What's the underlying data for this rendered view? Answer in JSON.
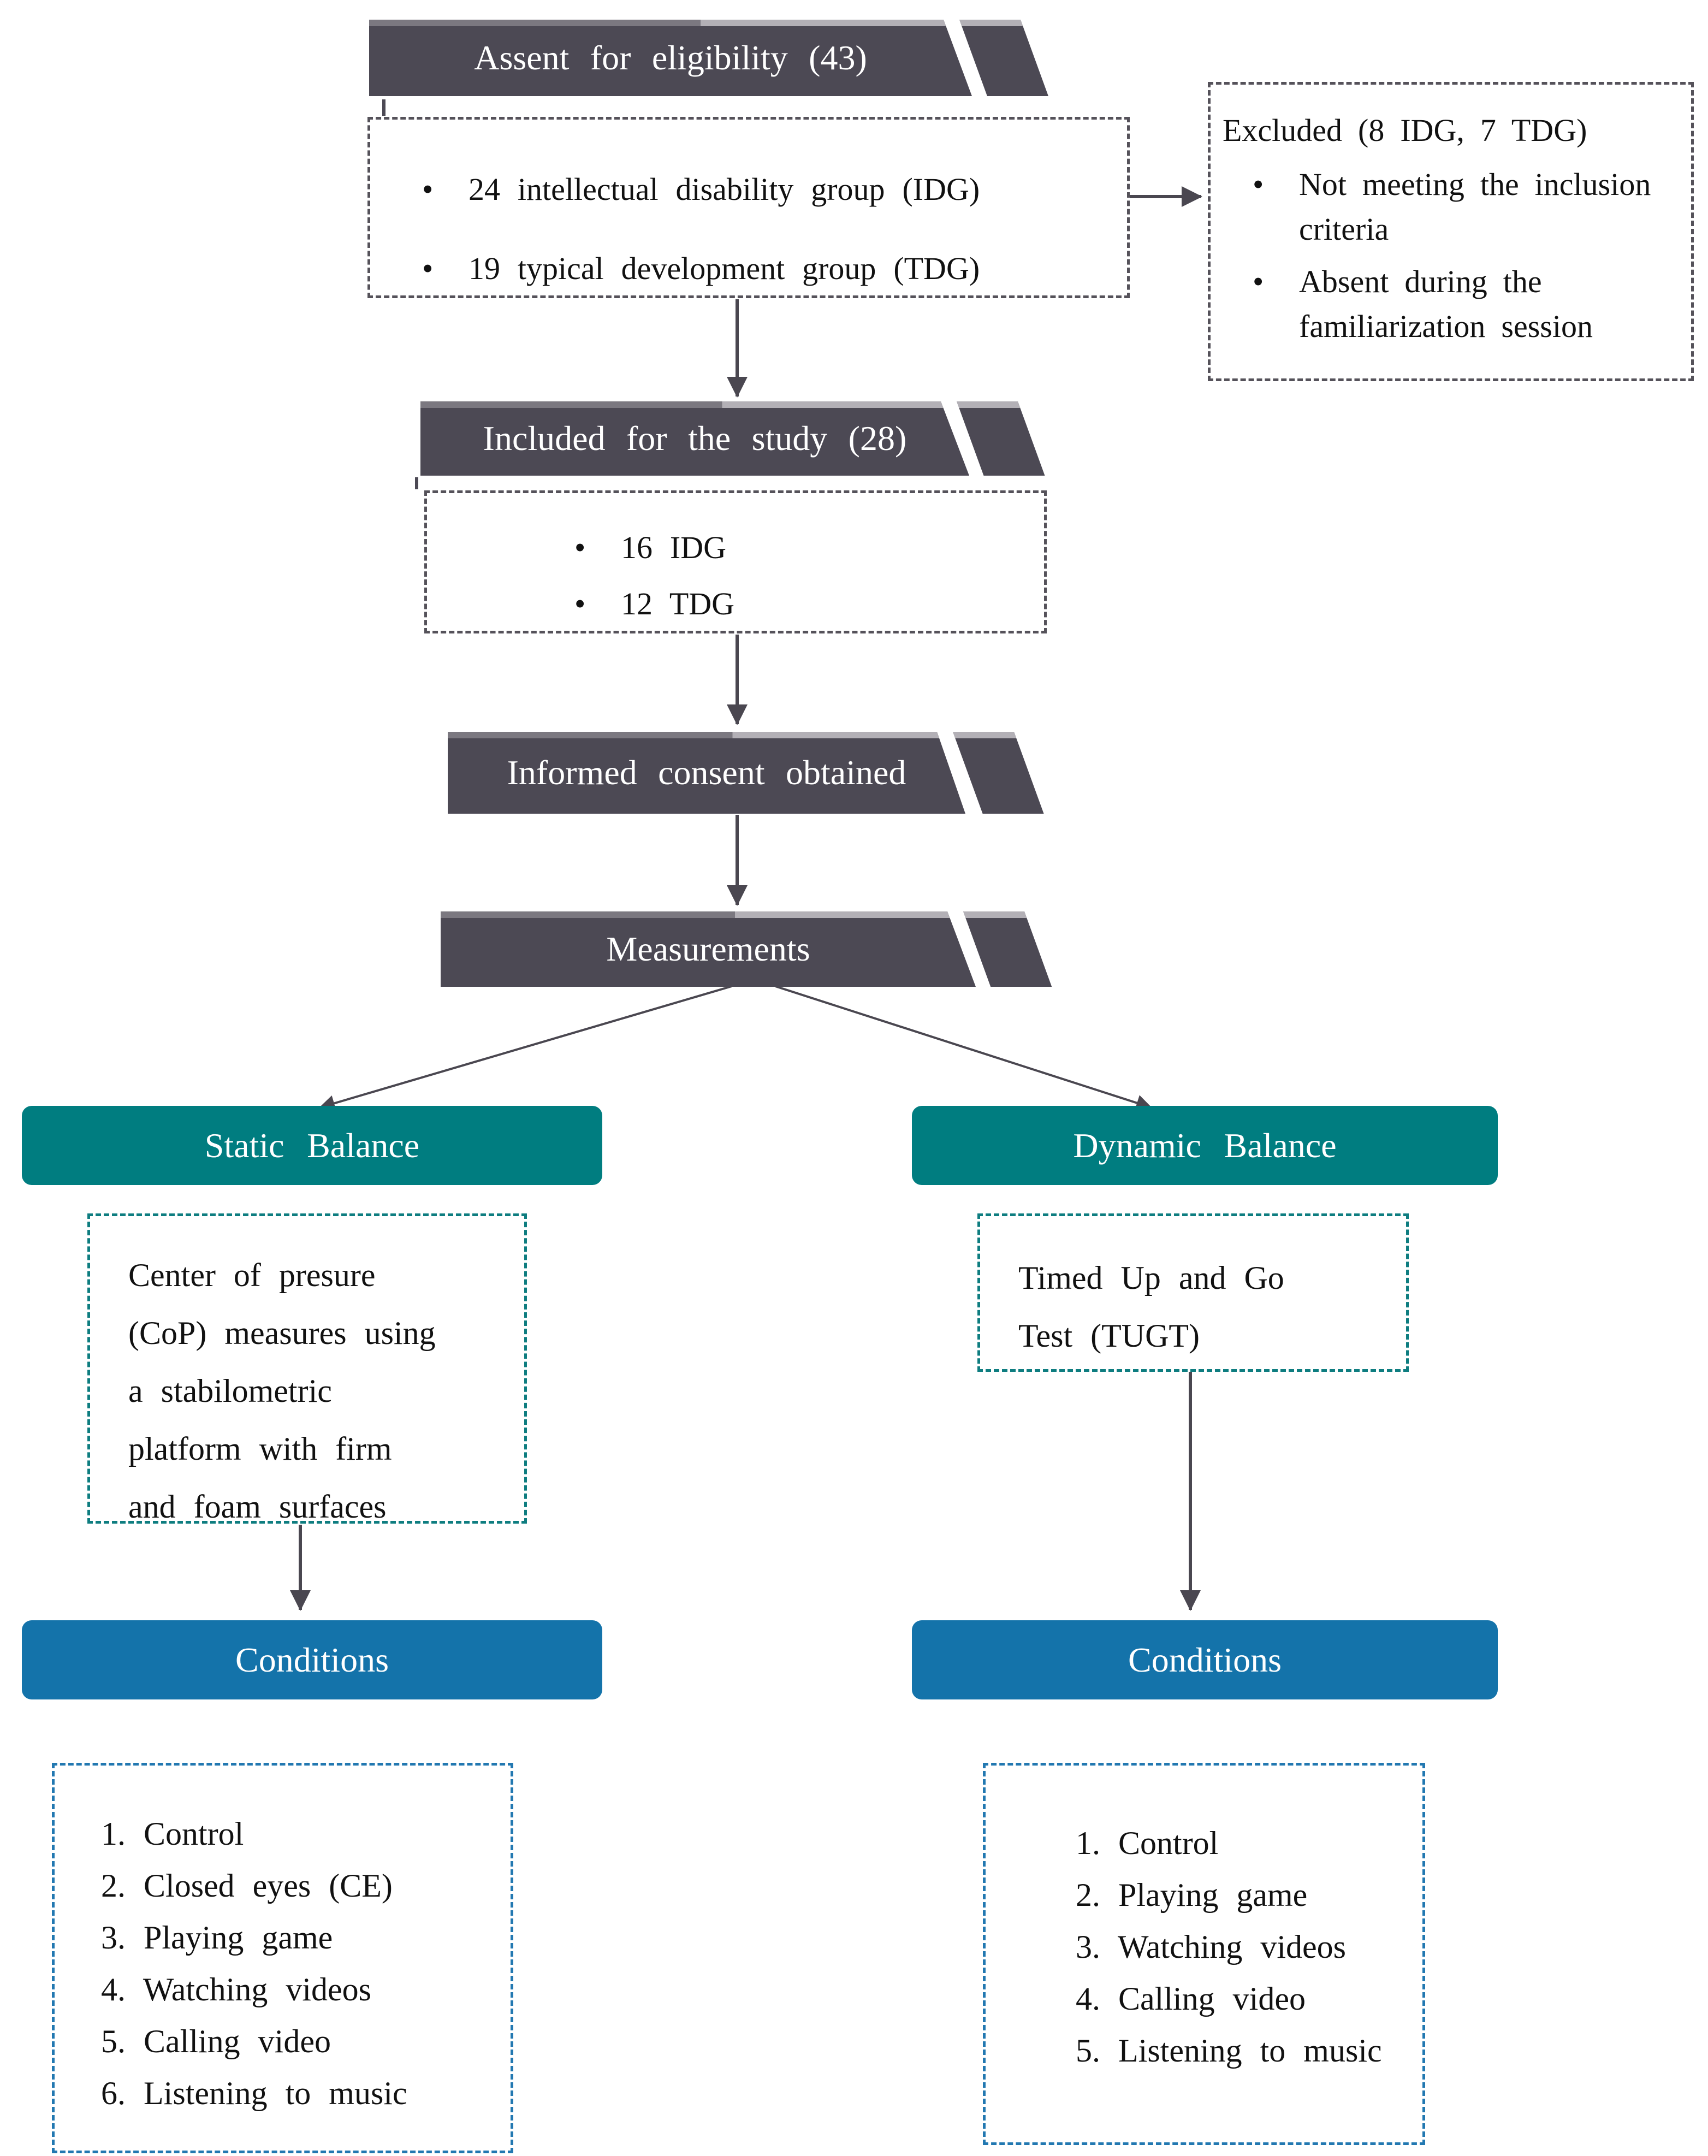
{
  "colors": {
    "banner_dark": "#4c4954",
    "banner_strip_left": "#7b7880",
    "banner_strip_right": "#b3b0b6",
    "teal": "#007d80",
    "blue": "#1473aa",
    "dash_gray": "#55525a",
    "dash_teal": "#0e7d80",
    "dash_blue": "#2278b1",
    "arrow": "#4a4750"
  },
  "flow": {
    "assent_banner": "Assent for eligibility (43)",
    "eligibility": {
      "items": [
        "24 intellectual disability group (IDG)",
        "19 typical development group (TDG)"
      ]
    },
    "excluded": {
      "title": "Excluded (8 IDG, 7 TDG)",
      "items": [
        "Not meeting the inclusion criteria",
        "Absent during the familiarization session"
      ]
    },
    "included_banner": "Included for the study (28)",
    "included": {
      "items": [
        "16 IDG",
        "12 TDG"
      ]
    },
    "consent_banner": "Informed consent obtained",
    "measurements_banner": "Measurements"
  },
  "static_branch": {
    "header": "Static Balance",
    "measure_lines": [
      "Center of presure",
      "(CoP) measures using",
      "a stabilometric",
      "platform with firm",
      "and foam surfaces"
    ],
    "conditions_header": "Conditions",
    "conditions": [
      "1. Control",
      "2. Closed eyes (CE)",
      "3. Playing game",
      "4. Watching videos",
      "5. Calling video",
      "6. Listening to music"
    ]
  },
  "dynamic_branch": {
    "header": "Dynamic Balance",
    "measure_lines": [
      "Timed Up and Go",
      "Test (TUGT)"
    ],
    "conditions_header": "Conditions",
    "conditions": [
      "1. Control",
      "2. Playing game",
      "3. Watching videos",
      "4. Calling video",
      "5. Listening to music"
    ]
  }
}
